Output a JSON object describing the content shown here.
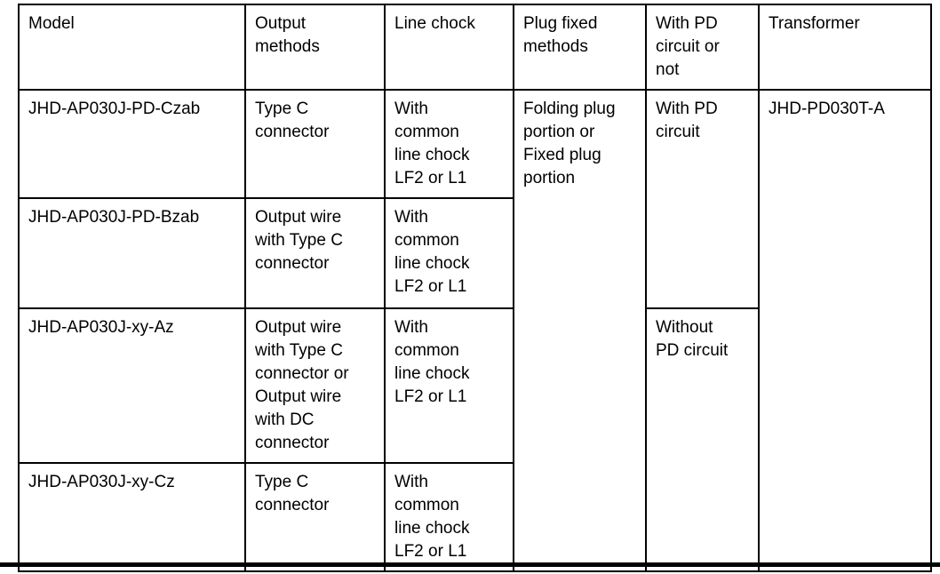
{
  "table": {
    "header": {
      "model": "Model",
      "output_methods": "Output\nmethods",
      "line_chock": "Line chock",
      "plug_fixed_methods": "Plug fixed\nmethods",
      "pd_circuit": "With PD\ncircuit or\nnot",
      "transformer": "Transformer"
    },
    "rows": [
      {
        "model": "JHD-AP030J-PD-Czab",
        "output_methods": "Type C\nconnector",
        "line_chock": "With\ncommon\nline chock\nLF2 or L1"
      },
      {
        "model": "JHD-AP030J-PD-Bzab",
        "output_methods": "Output wire\nwith Type C\nconnector",
        "line_chock": "With\ncommon\nline chock\nLF2 or L1"
      },
      {
        "model": "JHD-AP030J-xy-Az",
        "output_methods": "Output wire\nwith Type C\nconnector or\nOutput wire\nwith DC\nconnector",
        "line_chock": "With\ncommon\nline chock\nLF2 or L1"
      },
      {
        "model": "JHD-AP030J-xy-Cz",
        "output_methods": "Type C\nconnector",
        "line_chock": "With\ncommon\nline chock\nLF2 or L1"
      }
    ],
    "merged": {
      "plug_fixed_methods": "Folding plug\nportion or\nFixed plug\nportion",
      "with_pd_circuit": "With PD\ncircuit",
      "without_pd_circuit": "Without\nPD circuit",
      "transformer": "JHD-PD030T-A"
    },
    "colors": {
      "text": "#000000",
      "border": "#000000",
      "background": "#ffffff"
    }
  }
}
